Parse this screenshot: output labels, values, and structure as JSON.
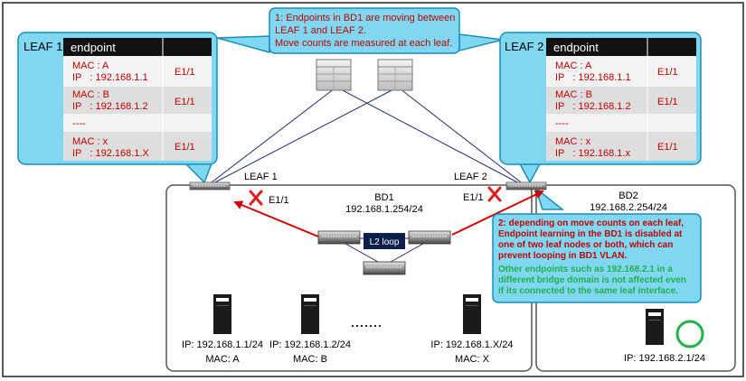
{
  "colors": {
    "callout_fill": "#7fd7f2",
    "callout_border": "#1a8fb8",
    "table_header": "#111111",
    "row_light": "#f3f3f3",
    "row_dark": "#dedede",
    "red_text": "#c00000",
    "green_text": "#22b14c",
    "arrow_red": "#d00000",
    "link_navy": "#1f2e6b"
  },
  "leaf1_table": {
    "title": "LEAF 1",
    "header": "endpoint",
    "rows": [
      {
        "mac": "MAC : A",
        "ip": "IP   : 192.168.1.1",
        "port": "E1/1"
      },
      {
        "mac": "MAC : B",
        "ip": "IP   : 192.168.1.2",
        "port": "E1/1"
      },
      {
        "mac": "----"
      },
      {
        "mac": "MAC : x",
        "ip": "IP   : 192.168.1.X",
        "port": "E1/1"
      }
    ]
  },
  "leaf2_table": {
    "title": "LEAF 2",
    "header": "endpoint",
    "rows": [
      {
        "mac": "MAC : A",
        "ip": "IP   : 192.168.1.1",
        "port": "E1/1"
      },
      {
        "mac": "MAC : B",
        "ip": "IP   : 192.168.1.2",
        "port": "E1/1"
      },
      {
        "mac": "----"
      },
      {
        "mac": "MAC : x",
        "ip": "IP   : 192.168.1.x",
        "port": "E1/1"
      }
    ]
  },
  "note1": {
    "lines": [
      "1: Endpoints in BD1 are moving between",
      "LEAF 1 and LEAF 2.",
      "Move counts are measured at each leaf."
    ]
  },
  "note2": {
    "red_lines": [
      "2: depending on move counts on each leaf,",
      "Endpoint learning in the BD1 is disabled at",
      "one of two leaf nodes or both, which can",
      "prevent looping in BD1 VLAN."
    ],
    "green_lines": [
      "Other endpoints such as 192.168.2.1 in a",
      "different bridge domain is not affected even",
      "if its connected to the same leaf interface."
    ]
  },
  "leaf1_label": "LEAF 1",
  "leaf2_label": "LEAF 2",
  "leaf1_port": "E1/1",
  "leaf2_port": "E1/1",
  "bd1": {
    "name": "BD1",
    "subnet": "192.168.1.254/24"
  },
  "bd2": {
    "name": "BD2",
    "subnet": "192.168.2.254/24"
  },
  "loop_label": "L2 loop",
  "ellipsis": ".......",
  "hosts": [
    {
      "ip": "IP: 192.168.1.1/24",
      "mac": "MAC: A"
    },
    {
      "ip": "IP: 192.168.1.2/24",
      "mac": "MAC: B"
    },
    {
      "ip": "IP: 192.168.1.X/24",
      "mac": "MAC: X"
    }
  ],
  "bd2_host": {
    "ip": "IP: 192.168.2.1/24"
  }
}
